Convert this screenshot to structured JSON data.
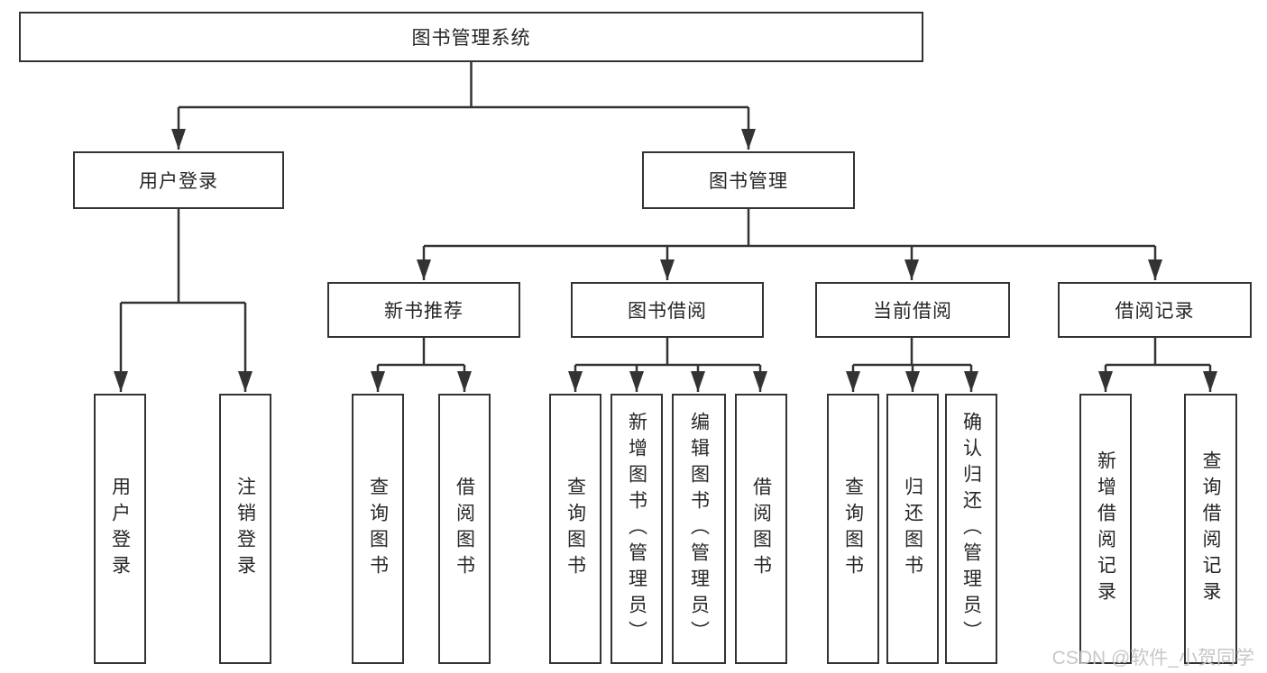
{
  "root": {
    "label": "图书管理系统"
  },
  "level2": [
    {
      "label": "用户登录"
    },
    {
      "label": "图书管理"
    }
  ],
  "level3": [
    {
      "label": "新书推荐"
    },
    {
      "label": "图书借阅"
    },
    {
      "label": "当前借阅"
    },
    {
      "label": "借阅记录"
    }
  ],
  "leaves": [
    {
      "label": "用户登录"
    },
    {
      "label": "注销登录"
    },
    {
      "label": "查询图书"
    },
    {
      "label": "借阅图书"
    },
    {
      "label": "查询图书"
    },
    {
      "label": "新增图书（管理员）"
    },
    {
      "label": "编辑图书（管理员）"
    },
    {
      "label": "借阅图书"
    },
    {
      "label": "查询图书"
    },
    {
      "label": "归还图书"
    },
    {
      "label": "确认归还（管理员）"
    },
    {
      "label": "新增借阅记录"
    },
    {
      "label": "查询借阅记录"
    }
  ],
  "watermark": {
    "text": "CSDN @软件_小贺同学"
  },
  "colors": {
    "line": "#333333",
    "box_border": "#333333",
    "text": "#262626",
    "watermark": "#c7c7c9",
    "background": "#ffffff"
  }
}
